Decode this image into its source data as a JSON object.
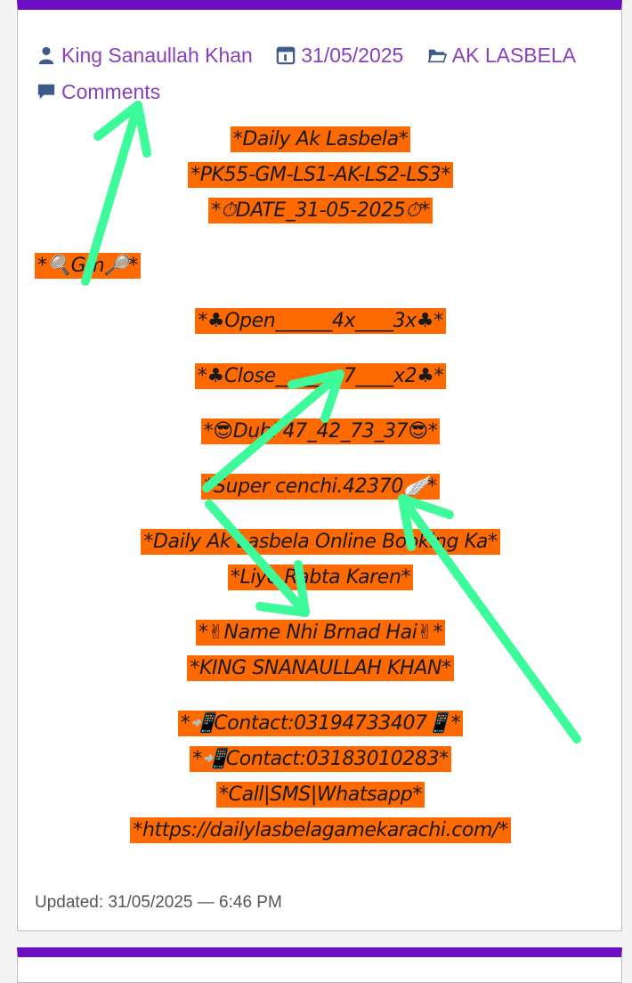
{
  "meta": {
    "author": "King Sanaullah Khan",
    "date": "31/05/2025",
    "category": "AK LASBELA",
    "comments": "Comments"
  },
  "post": {
    "lines": [
      "*Daily Ak Lasbela*",
      "*PK55-GM-LS1-AK-LS2-LS3*",
      "*⏱DATE_31-05-2025⏱*",
      "*🔍Gm🔎*",
      "*♣Open______4x____3x♣*",
      "*♣Close______x7____x2♣*",
      "*😎Dubl 47_42_73_37😎*",
      "*Super cenchi.42370🪽*",
      "*Daily Ak Lasbela Online Booking Ka*",
      "*Liye Rabta Karen*",
      "*✌Name Nhi Brnad Hai✌*",
      "*KING SNANAULLAH KHAN*",
      "*📲Contact:03194733407📱*",
      "*📲Contact:03183010283*",
      "*Call|SMS|Whatsapp*",
      "*https://dailylasbelagamekarachi.com/*"
    ]
  },
  "updated": "Updated: 31/05/2025 — 6:46 PM",
  "colors": {
    "accent": "#6c0ec2",
    "link": "#8a3fbf",
    "highlight": "#ff6a00",
    "arrow": "#3dfa9a"
  },
  "icons": [
    "user-icon",
    "calendar-icon",
    "folder-icon",
    "comment-icon"
  ]
}
